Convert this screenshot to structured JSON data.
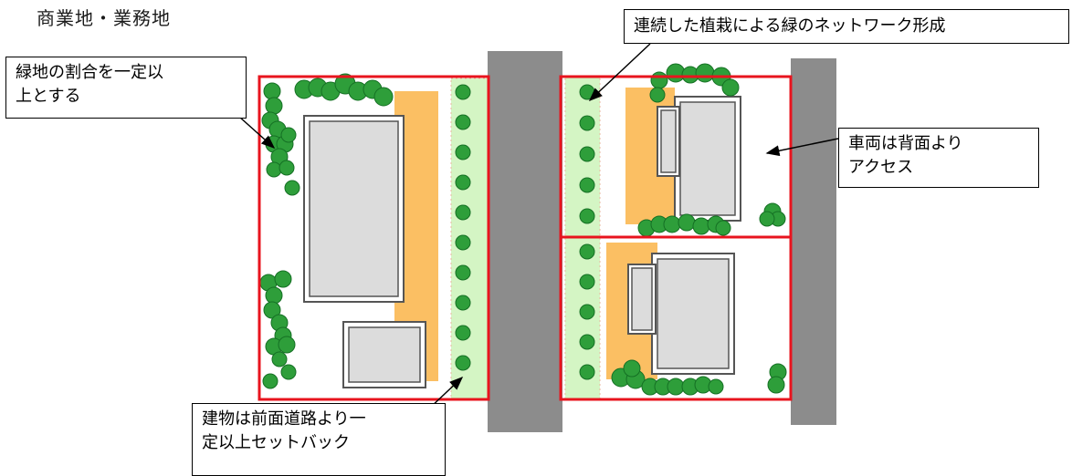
{
  "page_title": "商業地・業務地",
  "callouts": {
    "green_ratio": "緑地の割合を一定以\n上とする",
    "network": "連続した植栽による緑のネットワーク形成",
    "vehicle_access": "車両は背面より\nアクセス",
    "setback": "建物は前面道路より一\n定以上セットバック"
  },
  "colors": {
    "lot_border": "#e8141e",
    "road": "#8c8c8c",
    "tree": "#2e9e3a",
    "tree_outline": "#157024",
    "planting_strip": "#d4f5c4",
    "pedestrian_zone": "#fbbf63",
    "building_fill": "#dcdcdc",
    "building_outline": "#555555"
  }
}
